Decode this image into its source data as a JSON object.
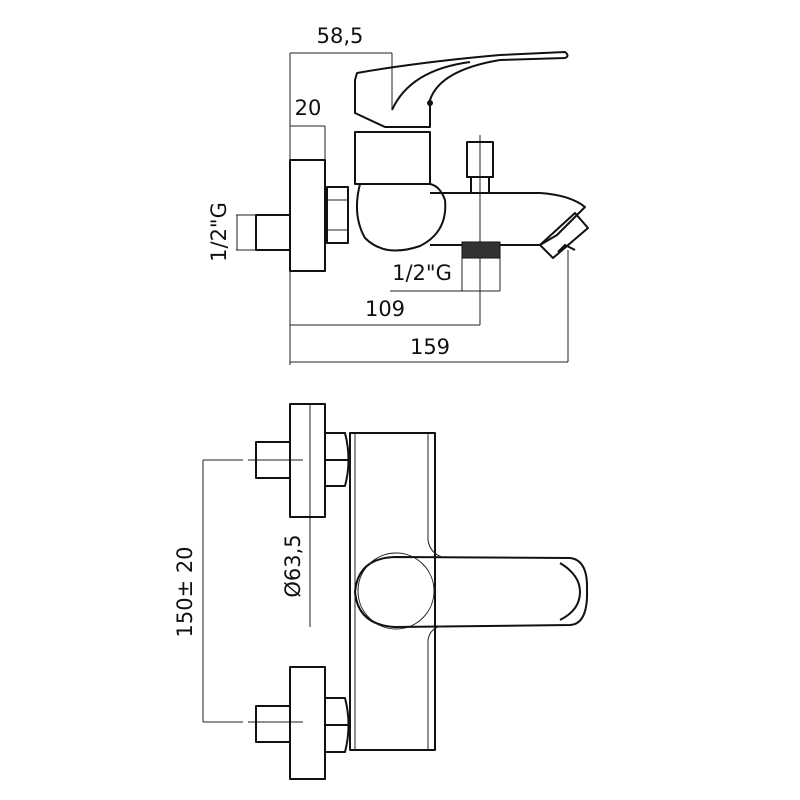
{
  "side_view": {
    "dim_handle_reach": "58,5",
    "dim_plate_thickness": "20",
    "dim_inlet_thread": "1/2\"G",
    "dim_outlet_thread": "1/2\"G",
    "dim_outlet_position": "109",
    "dim_total_depth": "159"
  },
  "front_view": {
    "dim_inlet_spacing": "150± 20",
    "dim_plate_diameter": "Ø63,5"
  }
}
